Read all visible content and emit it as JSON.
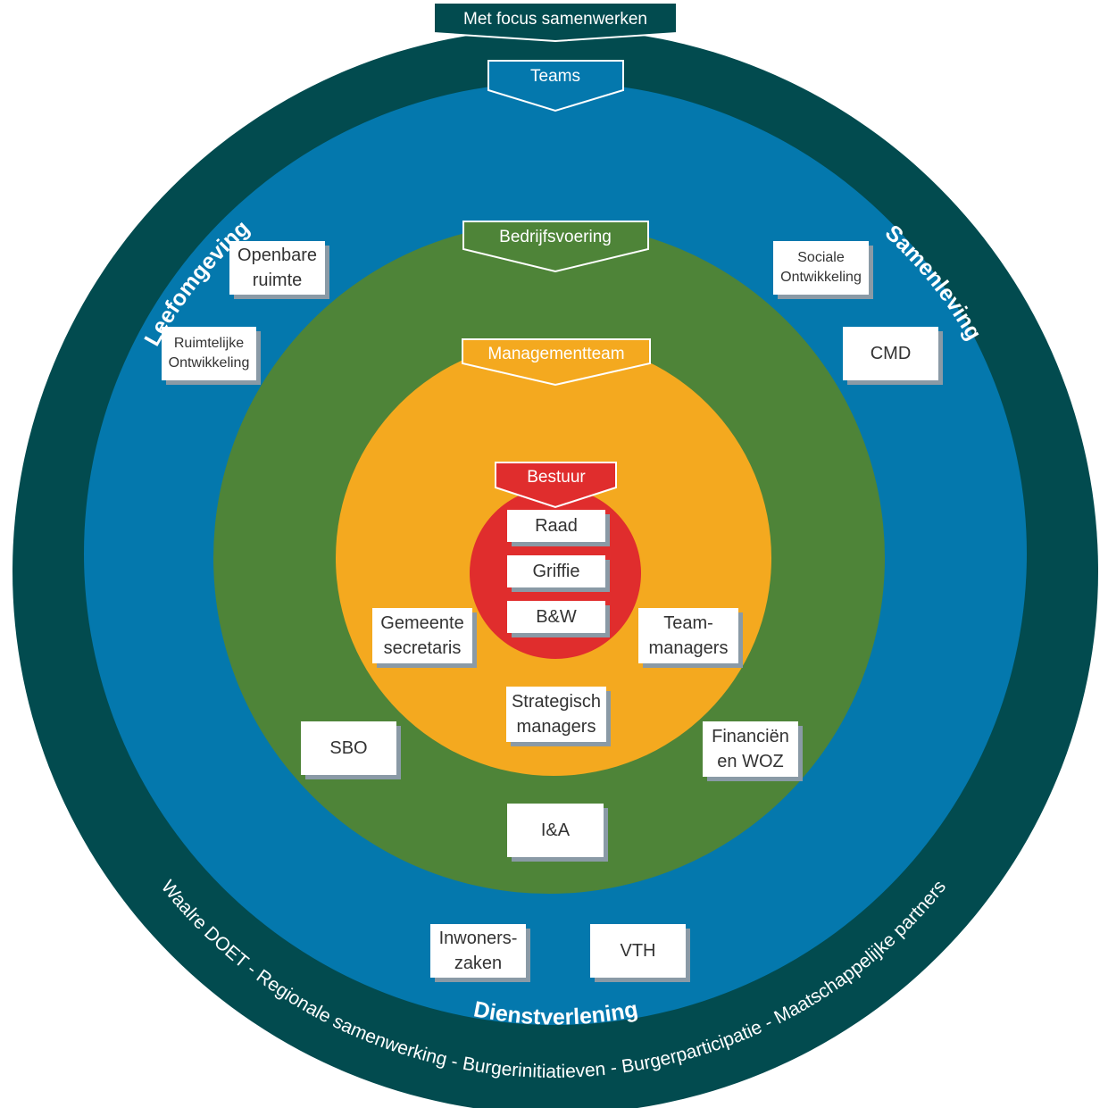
{
  "rings": {
    "outer": {
      "label": "Met focus samenwerken",
      "color": "#024b4f"
    },
    "teams": {
      "label": "Teams",
      "color": "#0478ad"
    },
    "bedrijfsvoering": {
      "label": "Bedrijfsvoering",
      "color": "#4e8438"
    },
    "managementteam": {
      "label": "Managementteam",
      "color": "#f4a91f"
    },
    "bestuur": {
      "label": "Bestuur",
      "color": "#e02d2d"
    }
  },
  "domains": {
    "leefomgeving": "Leefomgeving",
    "samenleving": "Samenleving",
    "dienstverlening": "Dienstverlening"
  },
  "outer_caption": "Waalre DOET - Regionale samenwerking - Burgerinitiatieven - Burgerparticipatie - Maatschappelijke partners",
  "boxes": {
    "openbare_ruimte": "Openbare\nruimte",
    "ruimtelijke_ontwikkeling": "Ruimtelijke\nOntwikkeling",
    "sociale_ontwikkeling": "Sociale\nOntwikkeling",
    "cmd": "CMD",
    "raad": "Raad",
    "griffie": "Griffie",
    "bw": "B&W",
    "gemeente_secretaris": "Gemeente\nsecretaris",
    "team_managers": "Team-\nmanagers",
    "strategisch_managers": "Strategisch\nmanagers",
    "sbo": "SBO",
    "financien_woz": "Financiën\nen WOZ",
    "ia": "I&A",
    "inwonerszaken": "Inwoners-\nzaken",
    "vth": "VTH"
  }
}
